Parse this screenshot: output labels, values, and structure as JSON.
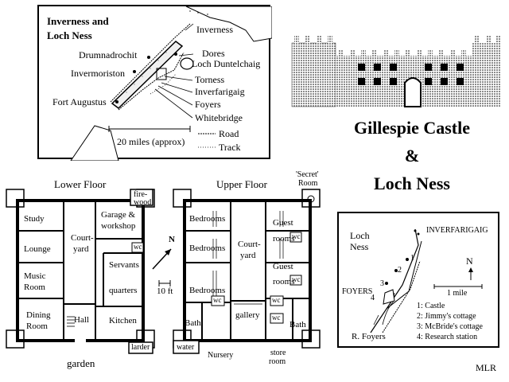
{
  "loch_ness_map": {
    "title_line1": "Inverness and",
    "title_line2": "Loch Ness",
    "places": {
      "inverness": "Inverness",
      "drumnadrochit": "Drumnadrochit",
      "dores": "Dores",
      "loch_duntelchaig": "Loch Duntelchaig",
      "invermoriston": "Invermoriston",
      "torness": "Torness",
      "inverfarigaig": "Inverfarigaig",
      "fort_augustus": "Fort Augustus",
      "foyers": "Foyers",
      "whitebridge": "Whitebridge"
    },
    "legend": {
      "road": "Road",
      "track": "Track",
      "scale": "20 miles (approx)"
    }
  },
  "main_title": {
    "line1": "Gillespie Castle",
    "line2": "&",
    "line3": "Loch Ness"
  },
  "lower_floor": {
    "title": "Lower Floor",
    "rooms": {
      "study": "Study",
      "lounge": "Lounge",
      "music": "Music",
      "room": "Room",
      "dining": "Dining",
      "dining_room": "Room",
      "hall": "Hall",
      "courtyard1": "Court-",
      "courtyard2": "yard",
      "firewood1": "fire-",
      "firewood2": "wood",
      "garage1": "Garage &",
      "garage2": "workshop",
      "wc": "wc",
      "servants": "Servants",
      "quarters": "quarters",
      "kitchen": "Kitchen",
      "larder": "larder"
    },
    "garden": "garden"
  },
  "upper_floor": {
    "title": "Upper Floor",
    "secret1": "'Secret'",
    "secret2": "Room",
    "rooms": {
      "bedrooms1": "Bedrooms",
      "bedrooms2": "Bedrooms",
      "bedrooms3": "Bedrooms",
      "courtyard1": "Court-",
      "courtyard2": "yard",
      "guest1": "Guest",
      "guest1b": "rooms",
      "guest2": "Guest",
      "guest2b": "rooms",
      "wc1": "wc",
      "wc2": "wc",
      "wc3": "wc",
      "wc4": "wc",
      "wc5": "wc",
      "gallery": "gallery",
      "bath1": "Bath",
      "bath2": "Bath",
      "water": "water",
      "nursery": "Nursery",
      "store1": "store",
      "store2": "room"
    }
  },
  "scale": "10 ft",
  "north_arrow": "N",
  "inset_map": {
    "title1": "Loch",
    "title2": "Ness",
    "inverfarigaig": "INVERFARIGAIG",
    "foyers": "FOYERS",
    "r_foyers": "R. Foyers",
    "north": "N",
    "scale": "1 mile",
    "legend": [
      "1: Castle",
      "2: Jimmy's cottage",
      "3: McBride's cottage",
      "4: Research station"
    ],
    "num1": "1",
    "num2": "2",
    "num3": "3",
    "num4": "4"
  },
  "credit": "MLR"
}
